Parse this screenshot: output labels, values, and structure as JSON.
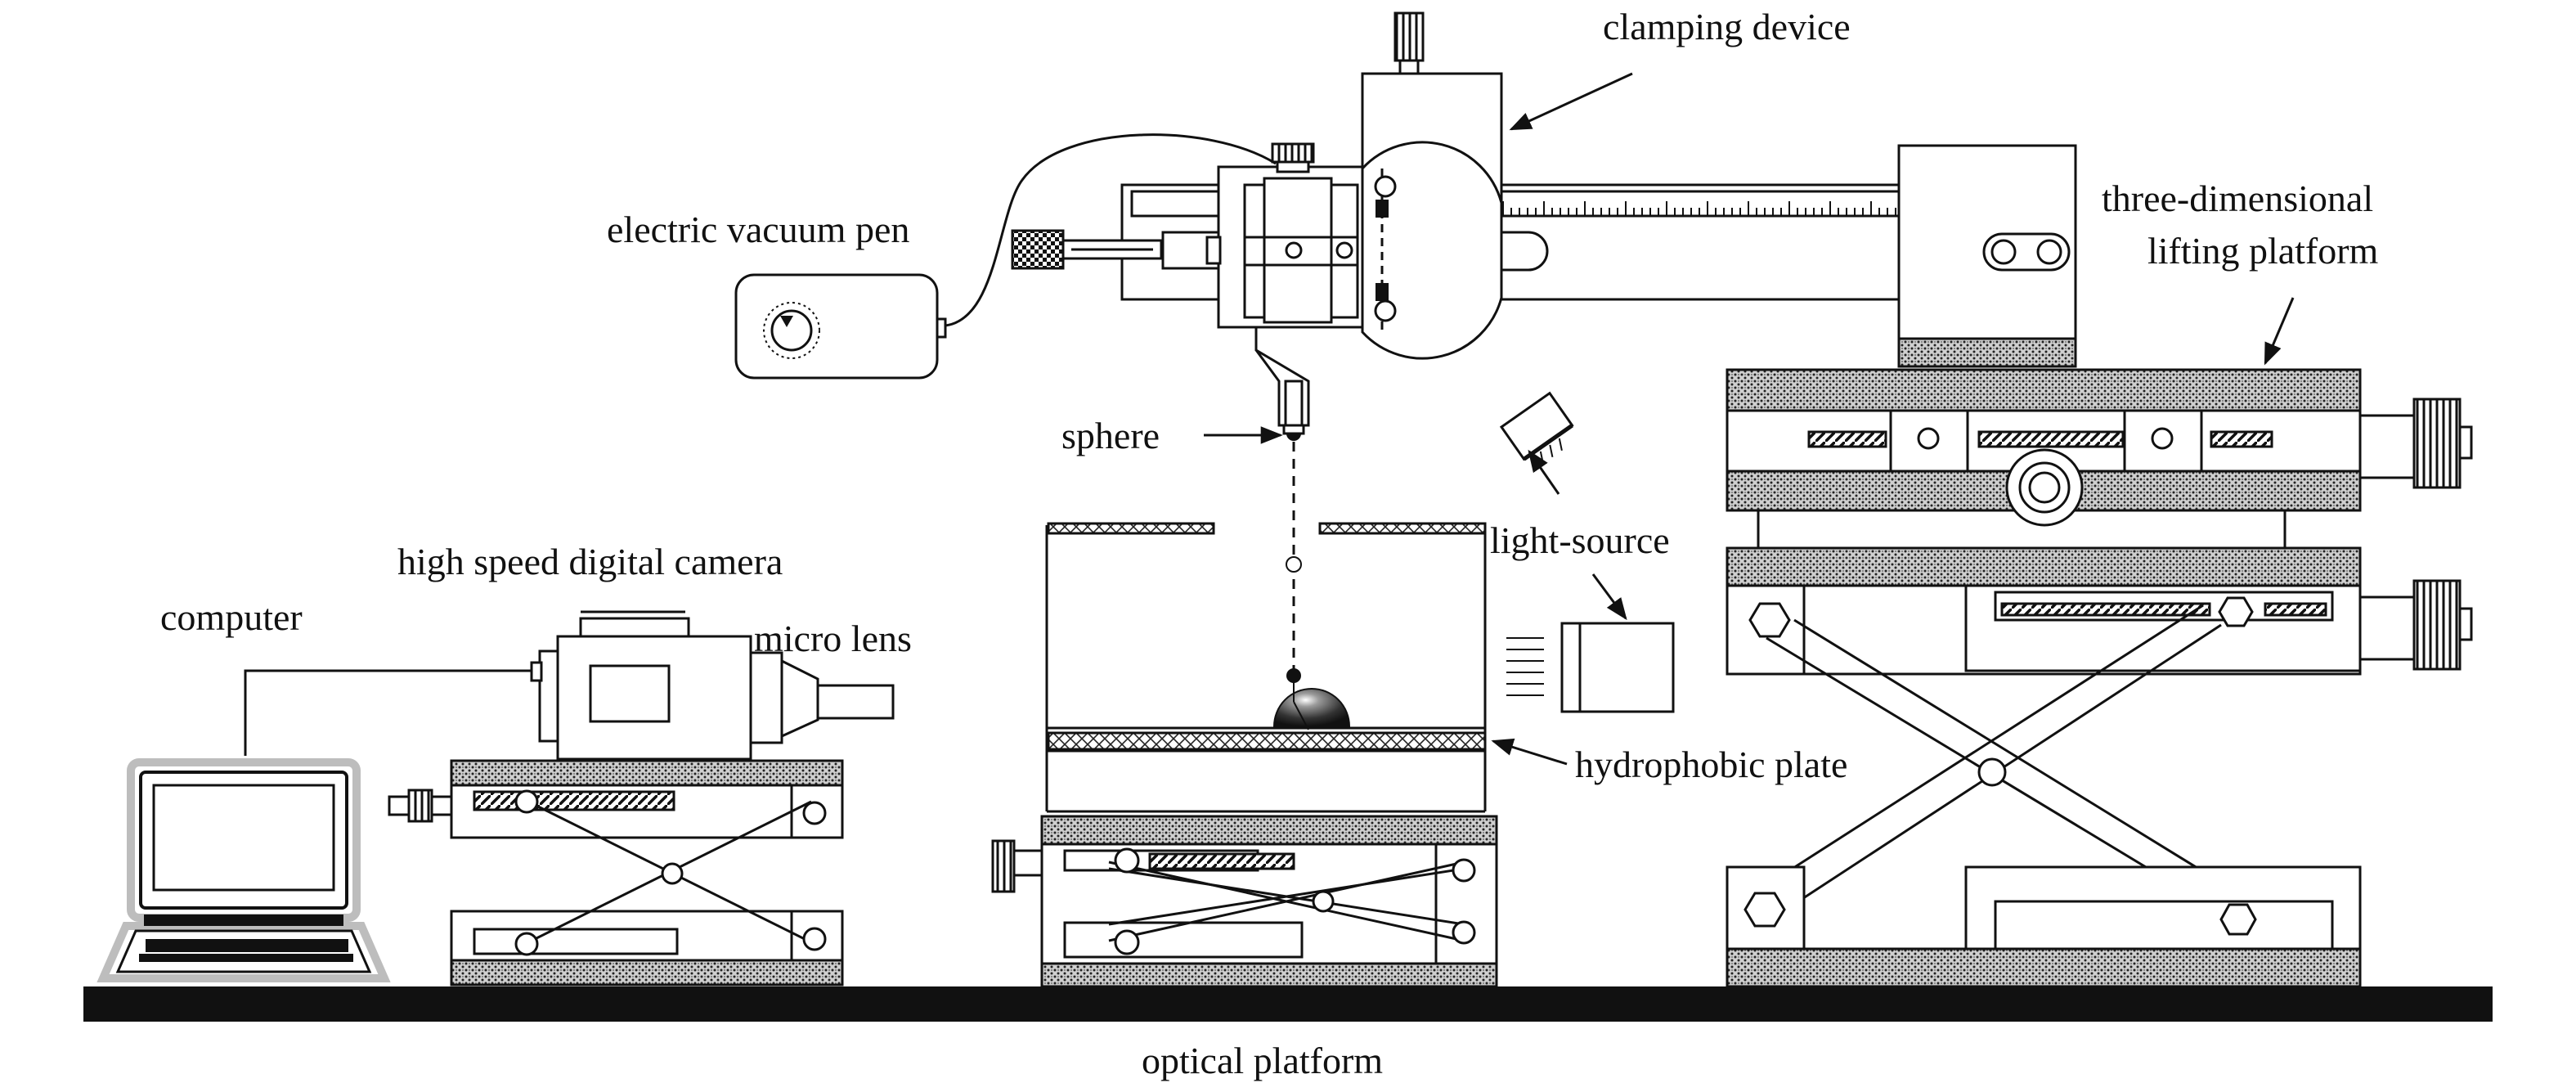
{
  "labels": {
    "clamping_device": "clamping device",
    "electric_vacuum_pen": "electric vacuum pen",
    "three_dimensional": "three-dimensional",
    "lifting_platform": "lifting platform",
    "sphere": "sphere",
    "light_source": "light-source",
    "high_speed_digital_camera": "high speed digital camera",
    "computer": "computer",
    "micro_lens": "micro lens",
    "hydrophobic_plate": "hydrophobic plate",
    "optical_platform": "optical platform"
  },
  "colors": {
    "ink": "#111111",
    "background": "#ffffff",
    "laptop_frame": "#bdbdbd"
  }
}
